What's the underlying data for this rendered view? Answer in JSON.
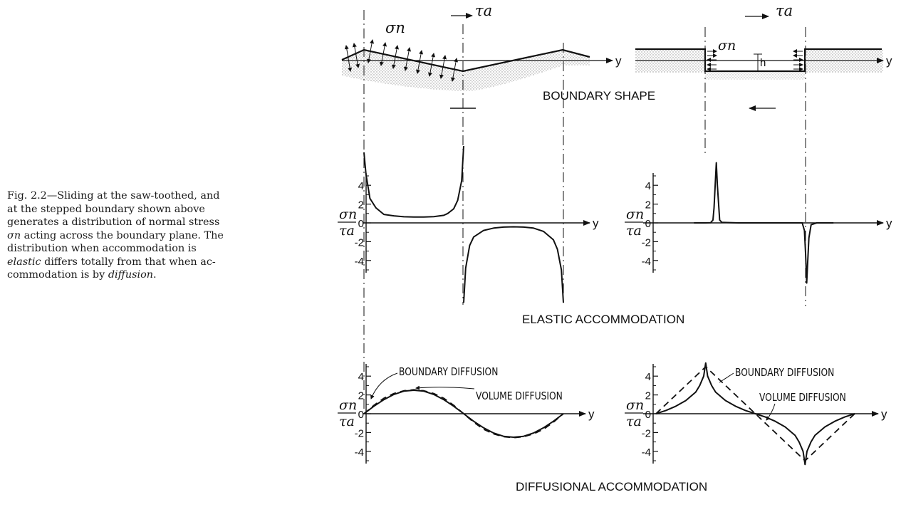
{
  "caption": {
    "line1": "Fig. 2.2—Sliding at the saw-toothed, and",
    "line2": "at the stepped boundary shown above",
    "line3": "generates a distribution of normal stress",
    "line4_sym": "σn",
    "line4_rest": " acting across the boundary plane.  The",
    "line5": "distribution when accommodation is",
    "line6_em": "elastic",
    "line6_rest": " differs totally from that when ac-",
    "line7_pre": "commodation  is by ",
    "line7_em": "diffusion",
    "line7_post": "."
  },
  "figure": {
    "top_row_label": "BOUNDARY  SHAPE",
    "middle_row_label": "ELASTIC  ACCOMMODATION",
    "bottom_row_label": "DIFFUSIONAL  ACCOMMODATION",
    "y_axis_symbol": "y",
    "shear_symbol": "τa",
    "normal_symbol": "σn",
    "ratio_numerator": "σn",
    "ratio_denominator": "τa",
    "step_height_symbol": "h",
    "annotation_boundary_diffusion": "BOUNDARY  DIFFUSION",
    "annotation_volume_diffusion": "VOLUME  DIFFUSION",
    "elastic_ticks": [
      "4",
      "2",
      "0",
      "-2",
      "-4"
    ],
    "diffusion_ticks": [
      "4",
      "2",
      "0",
      "-2",
      "-4"
    ]
  },
  "chart_data": [
    {
      "type": "line",
      "title": "ELASTIC ACCOMMODATION",
      "panel": "saw-toothed boundary",
      "ylabel": "σn / τa",
      "xlabel": "y",
      "yticks": [
        4,
        2,
        0,
        -2,
        -4
      ],
      "series": [
        {
          "x": [
            0.0,
            0.01,
            0.03,
            0.06,
            0.1,
            0.15,
            0.2,
            0.25,
            0.3,
            0.35,
            0.4,
            0.42,
            0.45,
            0.47,
            0.49,
            0.5
          ],
          "values": [
            7.5,
            5.2,
            2.6,
            1.6,
            0.9,
            0.75,
            0.65,
            0.62,
            0.62,
            0.66,
            0.8,
            1.0,
            1.5,
            2.4,
            4.5,
            8.5
          ]
        },
        {
          "x": [
            0.5,
            0.51,
            0.53,
            0.55,
            0.6,
            0.65,
            0.7,
            0.75,
            0.8,
            0.85,
            0.9,
            0.95,
            0.97,
            0.99,
            1.0
          ],
          "values": [
            -8.5,
            -4.8,
            -2.4,
            -1.5,
            -0.8,
            -0.55,
            -0.45,
            -0.42,
            -0.45,
            -0.55,
            -0.9,
            -1.8,
            -2.8,
            -5.0,
            -8.5
          ]
        }
      ]
    },
    {
      "type": "line",
      "title": "ELASTIC ACCOMMODATION",
      "panel": "stepped boundary",
      "ylabel": "σn / τa",
      "xlabel": "y",
      "yticks": [
        4,
        2,
        0,
        -2,
        -4
      ],
      "series": [
        {
          "x": [
            -0.1,
            0.0,
            0.05,
            0.07,
            0.08,
            0.09,
            0.1,
            0.11,
            0.13,
            0.15,
            0.3,
            0.6,
            0.87,
            0.89,
            0.9,
            0.91,
            0.92,
            0.93,
            0.95,
            1.0,
            1.15
          ],
          "values": [
            0,
            0,
            0.02,
            0.3,
            1.6,
            4.0,
            6.4,
            4.0,
            0.3,
            0.05,
            0,
            0,
            0,
            -0.8,
            -3.2,
            -6.4,
            -4.0,
            -1.6,
            -0.2,
            0,
            0
          ]
        }
      ]
    },
    {
      "type": "line",
      "title": "DIFFUSIONAL ACCOMMODATION",
      "panel": "saw-toothed boundary",
      "ylabel": "σn / τa",
      "xlabel": "y",
      "yticks": [
        4,
        2,
        0,
        -2,
        -4
      ],
      "series": [
        {
          "name": "VOLUME DIFFUSION",
          "style": "solid",
          "x": [
            0,
            0.05,
            0.1,
            0.15,
            0.2,
            0.25,
            0.3,
            0.35,
            0.4,
            0.45,
            0.5,
            0.55,
            0.6,
            0.65,
            0.7,
            0.75,
            0.8,
            0.85,
            0.9,
            0.95,
            1.0
          ],
          "values": [
            0,
            0.8,
            1.5,
            2.05,
            2.4,
            2.5,
            2.4,
            2.05,
            1.5,
            0.8,
            0,
            -0.8,
            -1.5,
            -2.05,
            -2.4,
            -2.5,
            -2.4,
            -2.05,
            -1.5,
            -0.8,
            0
          ]
        },
        {
          "name": "BOUNDARY DIFFUSION",
          "style": "dashed",
          "x": [
            0,
            0.05,
            0.1,
            0.15,
            0.2,
            0.25,
            0.3,
            0.35,
            0.4,
            0.45,
            0.5,
            0.55,
            0.6,
            0.65,
            0.7,
            0.75,
            0.8,
            0.85,
            0.9,
            0.95,
            1.0
          ],
          "values": [
            0,
            0.9,
            1.65,
            2.15,
            2.45,
            2.55,
            2.45,
            2.15,
            1.65,
            0.9,
            0,
            -0.9,
            -1.65,
            -2.15,
            -2.45,
            -2.55,
            -2.45,
            -2.15,
            -1.65,
            -0.9,
            0
          ]
        }
      ]
    },
    {
      "type": "line",
      "title": "DIFFUSIONAL ACCOMMODATION",
      "panel": "stepped boundary",
      "ylabel": "σn / τa",
      "xlabel": "y",
      "yticks": [
        4,
        2,
        0,
        -2,
        -4
      ],
      "series": [
        {
          "name": "BOUNDARY DIFFUSION",
          "style": "dashed",
          "x": [
            0,
            0.25,
            0.5,
            0.75,
            1.0
          ],
          "values": [
            0,
            5.0,
            0,
            -5.0,
            0
          ]
        },
        {
          "name": "VOLUME DIFFUSION",
          "style": "solid",
          "x": [
            0,
            0.05,
            0.1,
            0.15,
            0.2,
            0.22,
            0.24,
            0.25,
            0.26,
            0.28,
            0.3,
            0.35,
            0.4,
            0.45,
            0.5,
            0.55,
            0.6,
            0.65,
            0.7,
            0.72,
            0.74,
            0.75,
            0.76,
            0.78,
            0.8,
            0.85,
            0.9,
            0.95,
            1.0
          ],
          "values": [
            0,
            0.35,
            0.8,
            1.4,
            2.3,
            3.0,
            4.0,
            5.4,
            4.0,
            3.0,
            2.3,
            1.4,
            0.8,
            0.35,
            0,
            -0.35,
            -0.8,
            -1.4,
            -2.3,
            -3.0,
            -4.0,
            -5.4,
            -4.0,
            -3.0,
            -2.3,
            -1.4,
            -0.8,
            -0.35,
            0
          ]
        }
      ]
    }
  ]
}
